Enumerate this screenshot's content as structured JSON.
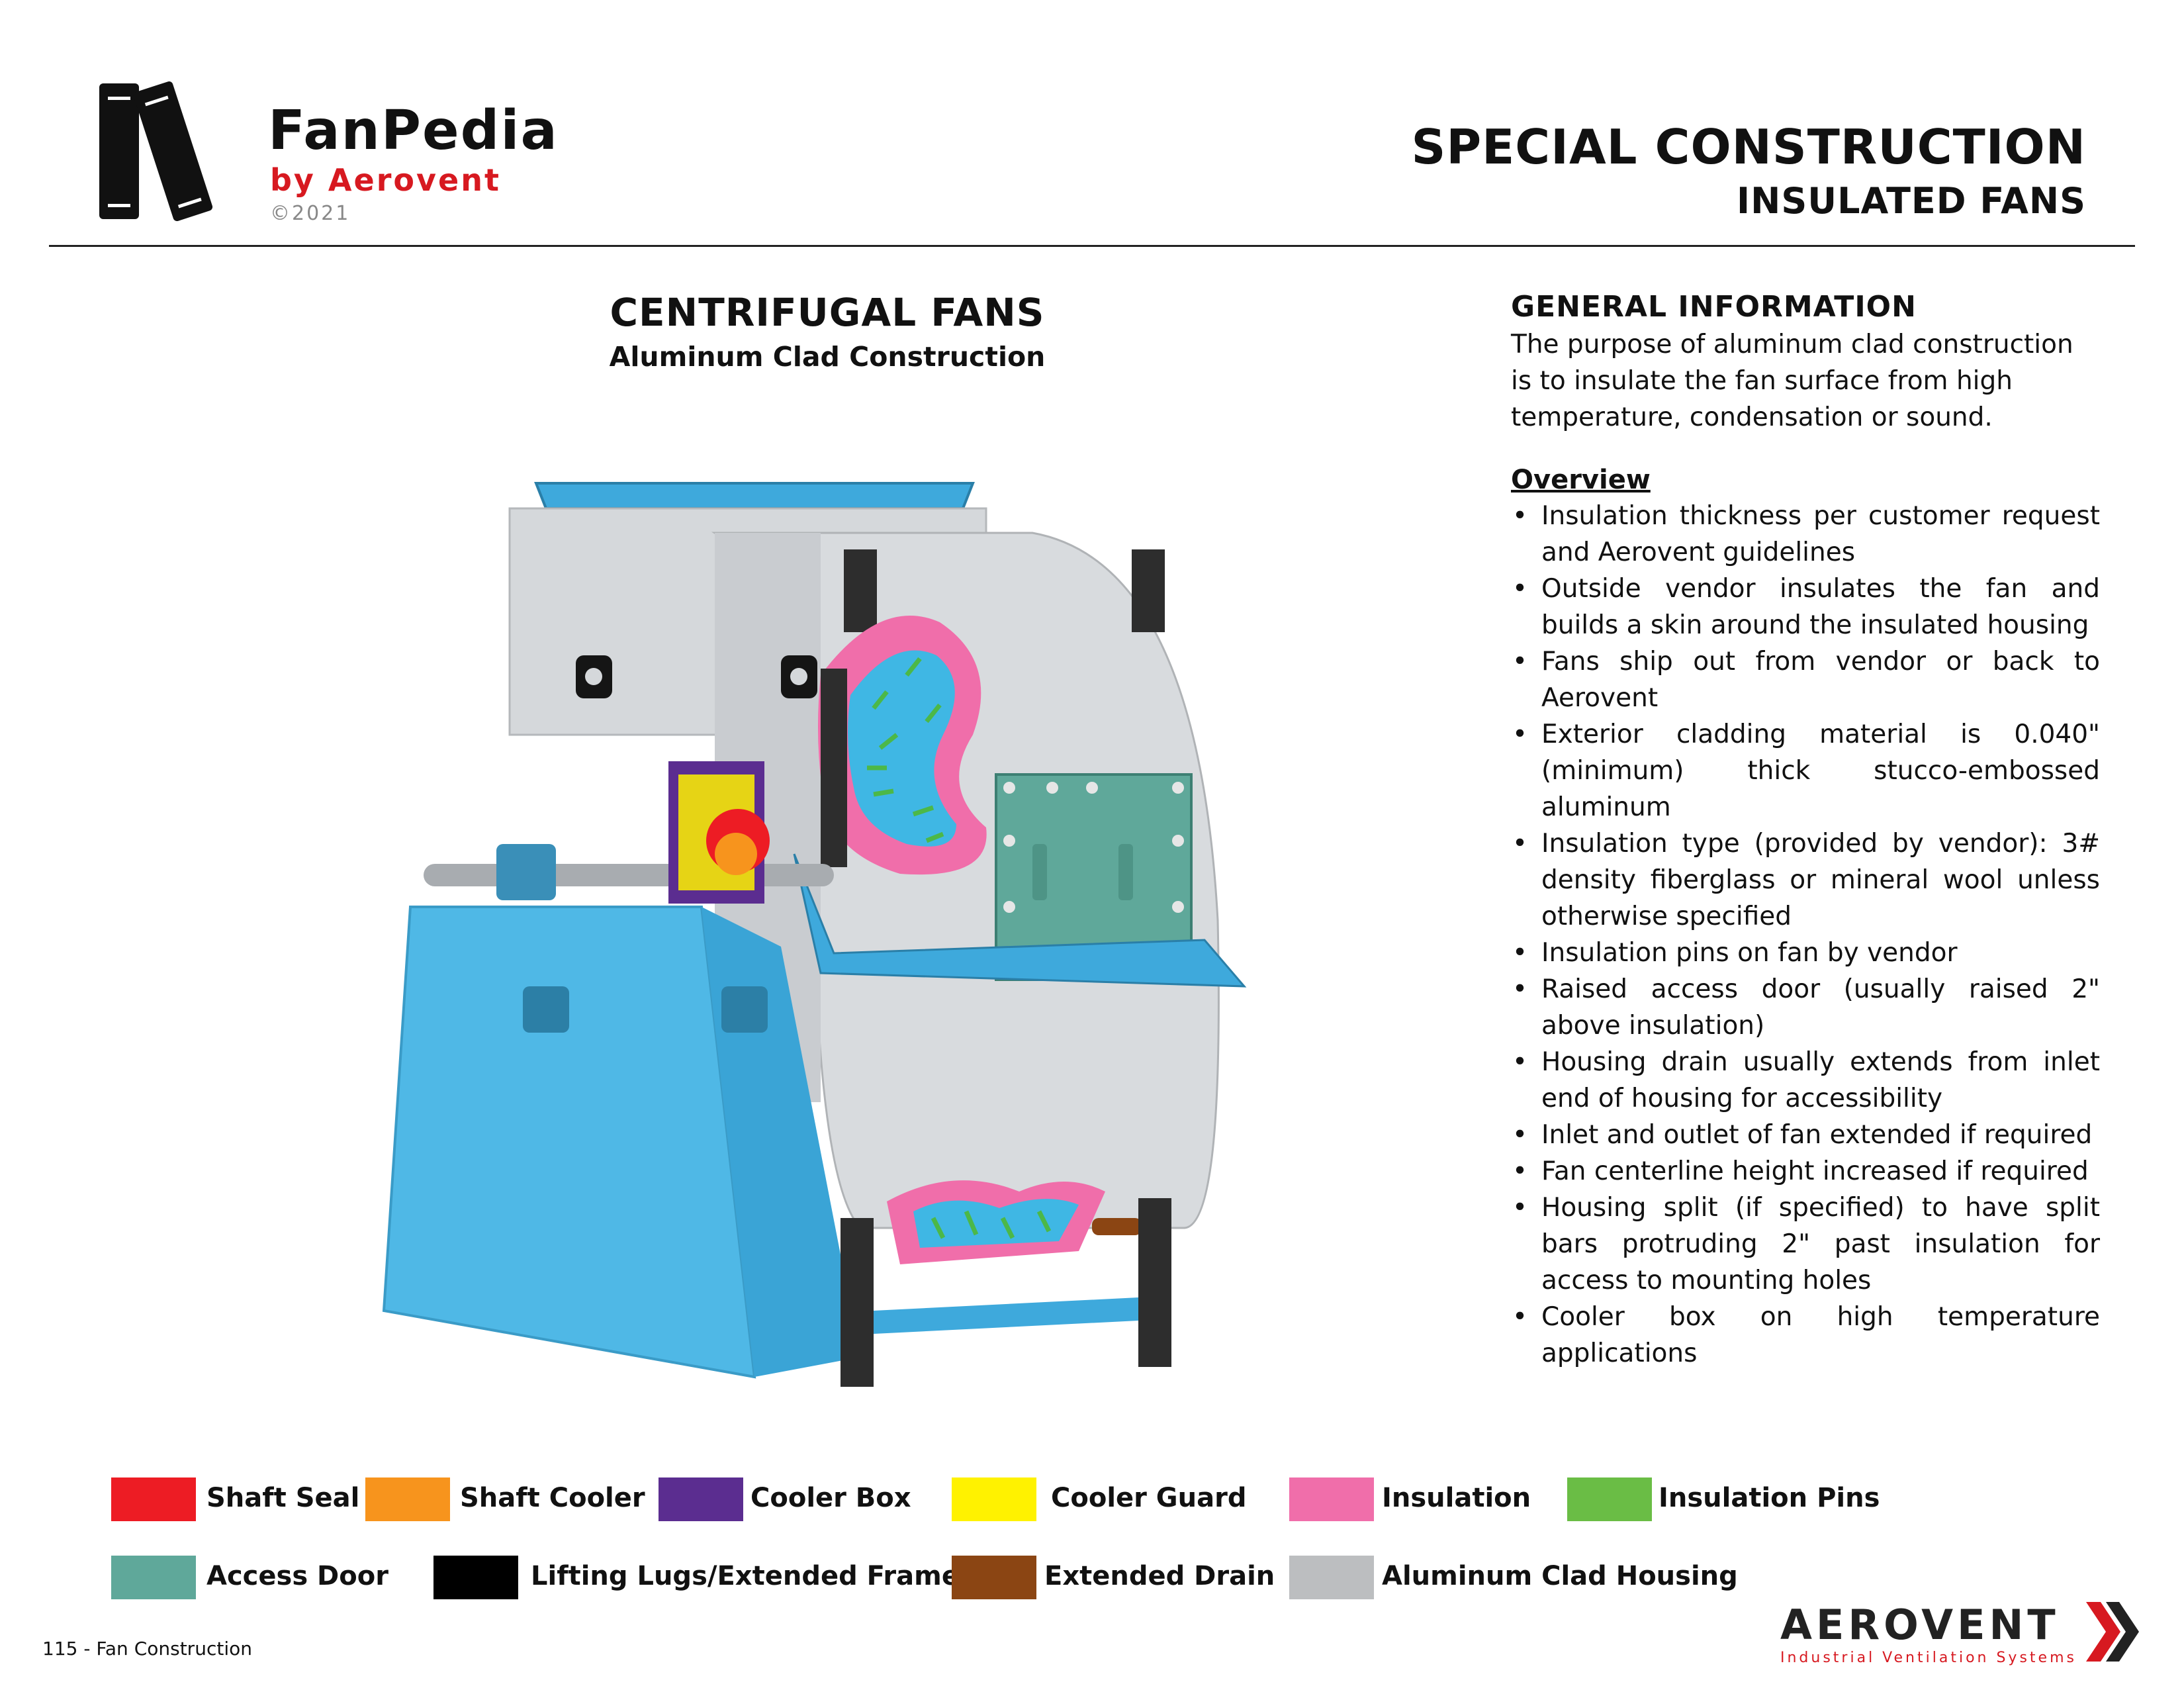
{
  "brand": {
    "name": "FanPedia",
    "byline": "by Aerovent",
    "copyright": "©2021"
  },
  "header": {
    "title": "SPECIAL CONSTRUCTION",
    "subtitle": "INSULATED FANS"
  },
  "figure": {
    "title": "CENTRIFUGAL FANS",
    "subtitle": "Aluminum Clad Construction"
  },
  "general_info": {
    "heading": "GENERAL INFORMATION",
    "body": "The purpose of aluminum clad construction is to insulate the fan surface from high temperature, condensation or sound.",
    "overview_heading": "Overview",
    "bullets": [
      "Insulation thickness per customer request and Aerovent guidelines",
      "Outside vendor insulates the fan and builds a skin around the insulated housing",
      "Fans ship out from vendor or back to Aerovent",
      "Exterior cladding material is 0.040\" (minimum) thick stucco-embossed aluminum",
      "Insulation type (provided by vendor): 3# density fiberglass or mineral wool unless otherwise specified",
      "Insulation pins on fan by vendor",
      "Raised access door (usually raised 2\" above insulation)",
      "Housing drain usually extends from inlet end of housing for accessibility",
      "Inlet and outlet of fan extended if required",
      "Fan centerline height increased if required",
      "Housing split (if specified) to have split bars protruding 2\" past insulation for access to mounting holes",
      "Cooler box on high temperature applications"
    ]
  },
  "legend": {
    "items": [
      {
        "label": "Shaft Seal",
        "color": "#ed1c24"
      },
      {
        "label": "Shaft Cooler",
        "color": "#f7941d"
      },
      {
        "label": "Cooler Box",
        "color": "#5b2d90"
      },
      {
        "label": "Cooler Guard",
        "color": "#fff200"
      },
      {
        "label": "Insulation",
        "color": "#f06eaa"
      },
      {
        "label": "Insulation Pins",
        "color": "#6abd45"
      },
      {
        "label": "Access Door",
        "color": "#5fa89a"
      },
      {
        "label": "Lifting Lugs/Extended Frame",
        "color": "#000000"
      },
      {
        "label": "Extended Drain",
        "color": "#8b4513"
      },
      {
        "label": "Aluminum Clad Housing",
        "color": "#bcbec0"
      }
    ]
  },
  "footer": {
    "page": "115 - Fan Construction",
    "company": "AEROVENT",
    "tagline": "Industrial Ventilation Systems"
  },
  "colors": {
    "brand_red": "#d71920",
    "frame_blue": "#4fb8e6",
    "housing_gray": "#d0d3d6"
  }
}
